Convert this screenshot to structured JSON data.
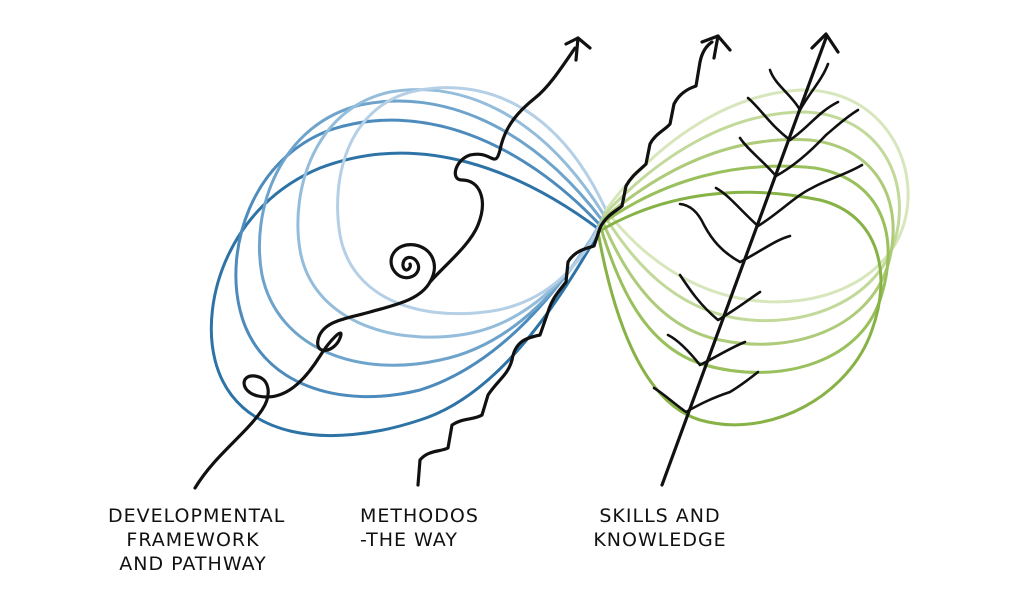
{
  "labels": {
    "left": [
      "DEVELOPMENTAL",
      "FRAMEWORK",
      "AND PATHWAY"
    ],
    "middle": [
      "METHODOS",
      "-THE WAY"
    ],
    "right": [
      "SKILLS AND",
      "KNOWLEDGE"
    ]
  },
  "colors": {
    "blue_dark": "#2e73a6",
    "blue_mid": "#5f98c4",
    "blue_light": "#a9c9e0",
    "green_dark": "#8db54a",
    "green_mid": "#a8c86b",
    "green_light": "#cfe0a8",
    "ink": "#111111"
  }
}
